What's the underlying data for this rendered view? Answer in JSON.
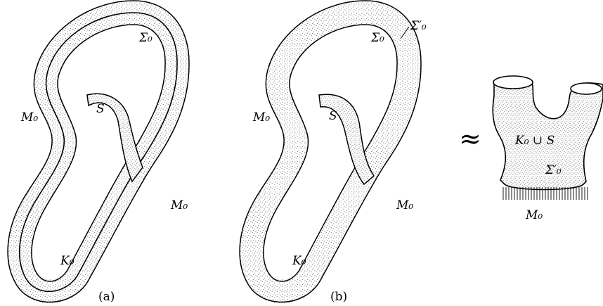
{
  "figure_a": {
    "labels": {
      "sigma": "Σ₀",
      "m_left": "M₀",
      "s": "S",
      "m_right": "M₀",
      "k": "K₀"
    },
    "caption": "(a)"
  },
  "figure_b": {
    "labels": {
      "sigma_prime": "Σ′₀",
      "sigma": "Σ₀",
      "m_left": "M₀",
      "s": "S",
      "m_right": "M₀",
      "k": "K₀"
    },
    "caption": "(b)"
  },
  "equivalence_symbol": "≈",
  "figure_pants": {
    "labels": {
      "union": "K₀ ∪ S",
      "sigma_prime": "Σ′₀",
      "m": "M₀"
    }
  },
  "colors": {
    "ink": "#000000",
    "stipple": "#5a5a5a",
    "background": "#ffffff"
  }
}
